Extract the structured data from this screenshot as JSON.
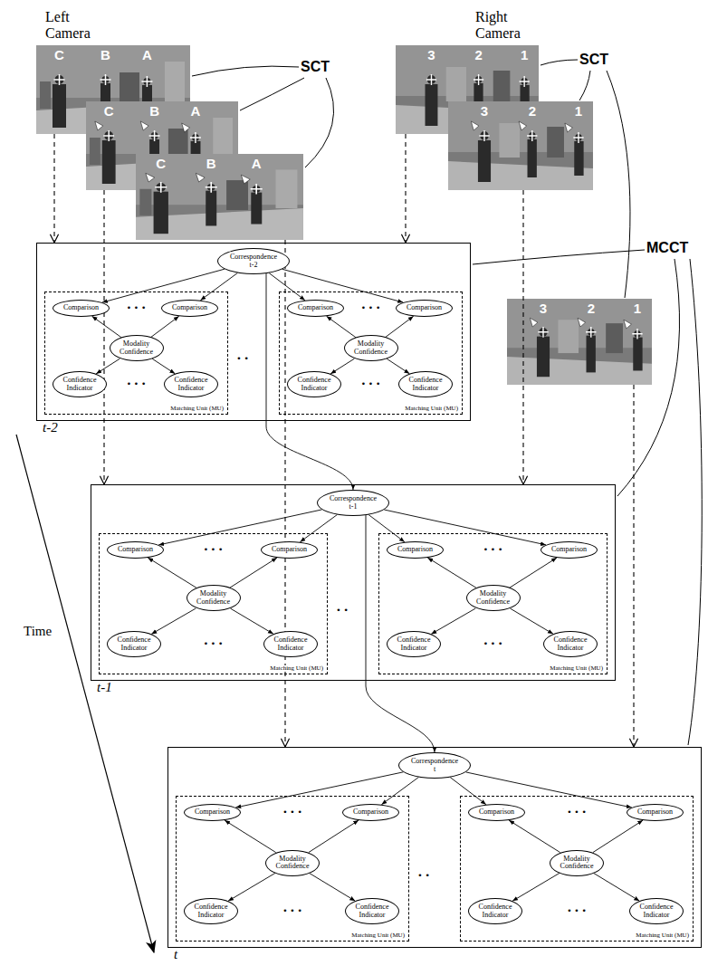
{
  "diagram": {
    "nodes": [
      {
        "text": [
          "C",
          "B",
          "A"
        ]
      },
      {
        "text": [
          "C",
          "B",
          "A"
        ]
      },
      {
        "text": [
          "C",
          "B",
          "A"
        ]
      },
      {
        "text": [
          "3",
          "2",
          "1"
        ]
      },
      {
        "text": [
          "3",
          "2",
          "1"
        ]
      },
      {
        "text": [
          "3",
          "2",
          "1"
        ]
      },
      {
        "text": [
          "t-2"
        ]
      },
      {
        "text": [
          "Correspondence t-2"
        ],
        "in": 6
      },
      {
        "text": [
          "Matching Unit (MU)"
        ],
        "in": 6
      },
      {
        "text": [
          "Comparison"
        ],
        "in": 8
      },
      {
        "text": [
          "Comparison"
        ],
        "in": 8
      },
      {
        "text": [
          "Modality Confidence"
        ],
        "in": 8
      },
      {
        "text": [
          "Confidence Indicator"
        ],
        "in": 8
      },
      {
        "text": [
          "Confidence Indicator"
        ],
        "in": 8
      },
      {
        "text": [
          "Matching Unit (MU)"
        ],
        "in": 6
      },
      {
        "text": [
          "Comparison"
        ],
        "in": 14
      },
      {
        "text": [
          "Comparison"
        ],
        "in": 14
      },
      {
        "text": [
          "Modality Confidence"
        ],
        "in": 14
      },
      {
        "text": [
          "Confidence Indicator"
        ],
        "in": 14
      },
      {
        "text": [
          "Confidence Indicator"
        ],
        "in": 14
      },
      {
        "text": [
          "t-1"
        ]
      },
      {
        "text": [
          "Correspondence t-1"
        ],
        "in": 20
      },
      {
        "text": [
          "Matching Unit (MU)"
        ],
        "in": 20
      },
      {
        "text": [
          "Comparison"
        ],
        "in": 22
      },
      {
        "text": [
          "Comparison"
        ],
        "in": 22
      },
      {
        "text": [
          "Modality Confidence"
        ],
        "in": 22
      },
      {
        "text": [
          "Confidence Indicator"
        ],
        "in": 22
      },
      {
        "text": [
          "Confidence Indicator"
        ],
        "in": 22
      },
      {
        "text": [
          "Matching Unit (MU)"
        ],
        "in": 20
      },
      {
        "text": [
          "Comparison"
        ],
        "in": 28
      },
      {
        "text": [
          "Comparison"
        ],
        "in": 28
      },
      {
        "text": [
          "Modality Confidence"
        ],
        "in": 28
      },
      {
        "text": [
          "Confidence Indicator"
        ],
        "in": 28
      },
      {
        "text": [
          "Confidence Indicator"
        ],
        "in": 28
      },
      {
        "text": [
          "t"
        ]
      },
      {
        "text": [
          "Correspondence t"
        ],
        "in": 34
      },
      {
        "text": [
          "Matching Unit (MU)"
        ],
        "in": 34
      },
      {
        "text": [
          "Comparison"
        ],
        "in": 36
      },
      {
        "text": [
          "Comparison"
        ],
        "in": 36
      },
      {
        "text": [
          "Modality Confidence"
        ],
        "in": 36
      },
      {
        "text": [
          "Confidence Indicator"
        ],
        "in": 36
      },
      {
        "text": [
          "Confidence Indicator"
        ],
        "in": 36
      },
      {
        "text": [
          "Matching Unit (MU)"
        ],
        "in": 34
      },
      {
        "text": [
          "Comparison"
        ],
        "in": 42
      },
      {
        "text": [
          "Comparison"
        ],
        "in": 42
      },
      {
        "text": [
          "Modality Confidence"
        ],
        "in": 42
      },
      {
        "text": [
          "Confidence Indicator"
        ],
        "in": 42
      },
      {
        "text": [
          "Confidence Indicator"
        ],
        "in": 42
      }
    ],
    "edges": [
      {
        "from": 0,
        "to": 6,
        "arrow": "to"
      },
      {
        "from": 1,
        "to": 20,
        "arrow": "to"
      },
      {
        "from": 2,
        "to": 34,
        "arrow": "to"
      },
      {
        "from": 3,
        "to": 6,
        "arrow": "to"
      },
      {
        "from": 4,
        "to": 20,
        "arrow": "to"
      },
      {
        "from": 5,
        "to": 34,
        "arrow": "to"
      },
      {
        "from": 7,
        "to": 21,
        "arrow": "to"
      },
      {
        "from": 21,
        "to": 35,
        "arrow": "to"
      },
      {
        "from": 7,
        "to": 9,
        "arrow": "to"
      },
      {
        "from": 7,
        "to": 10,
        "arrow": "to"
      },
      {
        "from": 7,
        "to": 15,
        "arrow": "to"
      },
      {
        "from": 7,
        "to": 16,
        "arrow": "to"
      },
      {
        "from": 11,
        "to": 9,
        "arrow": "to"
      },
      {
        "from": 11,
        "to": 10,
        "arrow": "to"
      },
      {
        "from": 11,
        "to": 12,
        "arrow": "to"
      },
      {
        "from": 11,
        "to": 13,
        "arrow": "to"
      },
      {
        "from": 17,
        "to": 15,
        "arrow": "to"
      },
      {
        "from": 17,
        "to": 16,
        "arrow": "to"
      },
      {
        "from": 17,
        "to": 18,
        "arrow": "to"
      },
      {
        "from": 17,
        "to": 19,
        "arrow": "to"
      },
      {
        "from": 21,
        "to": 23,
        "arrow": "to"
      },
      {
        "from": 21,
        "to": 24,
        "arrow": "to"
      },
      {
        "from": 21,
        "to": 29,
        "arrow": "to"
      },
      {
        "from": 21,
        "to": 30,
        "arrow": "to"
      },
      {
        "from": 25,
        "to": 23,
        "arrow": "to"
      },
      {
        "from": 25,
        "to": 24,
        "arrow": "to"
      },
      {
        "from": 25,
        "to": 26,
        "arrow": "to"
      },
      {
        "from": 25,
        "to": 27,
        "arrow": "to"
      },
      {
        "from": 31,
        "to": 29,
        "arrow": "to"
      },
      {
        "from": 31,
        "to": 30,
        "arrow": "to"
      },
      {
        "from": 31,
        "to": 32,
        "arrow": "to"
      },
      {
        "from": 31,
        "to": 33,
        "arrow": "to"
      },
      {
        "from": 35,
        "to": 37,
        "arrow": "to"
      },
      {
        "from": 35,
        "to": 38,
        "arrow": "to"
      },
      {
        "from": 35,
        "to": 43,
        "arrow": "to"
      },
      {
        "from": 35,
        "to": 44,
        "arrow": "to"
      },
      {
        "from": 39,
        "to": 37,
        "arrow": "to"
      },
      {
        "from": 39,
        "to": 38,
        "arrow": "to"
      },
      {
        "from": 39,
        "to": 40,
        "arrow": "to"
      },
      {
        "from": 39,
        "to": 41,
        "arrow": "to"
      },
      {
        "from": 45,
        "to": 43,
        "arrow": "to"
      },
      {
        "from": 45,
        "to": 44,
        "arrow": "to"
      },
      {
        "from": 45,
        "to": 46,
        "arrow": "to"
      },
      {
        "from": 45,
        "to": 47,
        "arrow": "to"
      }
    ],
    "labels": [
      "Left Camera",
      "Right Camera",
      "SCT",
      "SCT",
      "MCCT",
      "Time",
      "• • •",
      "• • •",
      "• •",
      "• • •",
      "• • •",
      "• • •",
      "• • •",
      "• •",
      "• • •",
      "• • •",
      "• • •",
      "• • •",
      "• •",
      "• • •",
      "• • •"
    ]
  }
}
